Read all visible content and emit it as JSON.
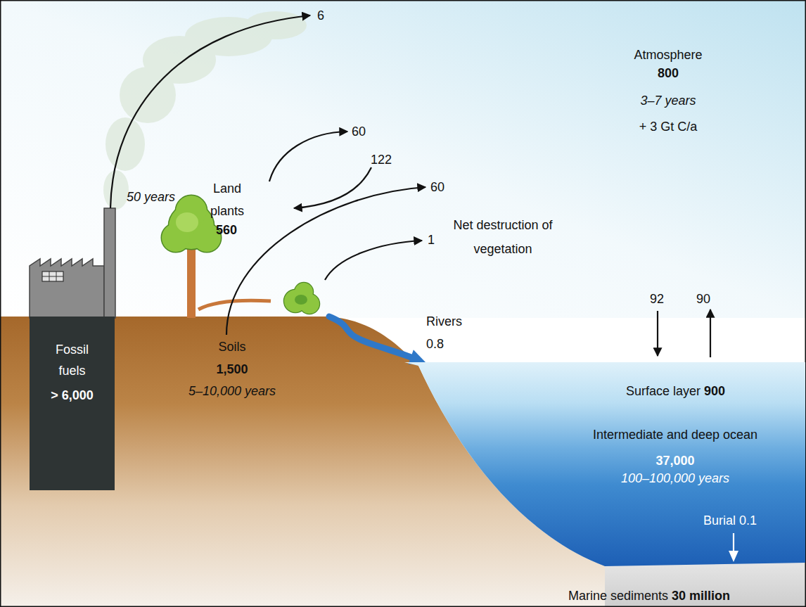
{
  "diagram": {
    "nodes": [
      {
        "text": [
          "Soils",
          "1,500",
          "5–10,000 years"
        ]
      },
      {
        "text": [
          "Fossil fuels",
          "> 6,000"
        ],
        "in": 0
      },
      {
        "text": [
          "Surface layer",
          "900",
          "Intermediate and deep ocean",
          "37,000",
          "100–100,000 years",
          "Burial 0.1"
        ]
      }
    ],
    "edges": [
      {
        "from": 0,
        "to": 2,
        "arrow": "to",
        "label": "Rivers 0.8"
      }
    ],
    "labels": [
      "Atmosphere",
      "800",
      "3–7 years",
      "+ 3 Gt C/a",
      "6",
      "60",
      "122",
      "50 years",
      "Land plants",
      "560",
      "60",
      "1",
      "Net destruction of vegetation",
      "92",
      "90",
      "Marine sediments",
      "30 million"
    ]
  }
}
